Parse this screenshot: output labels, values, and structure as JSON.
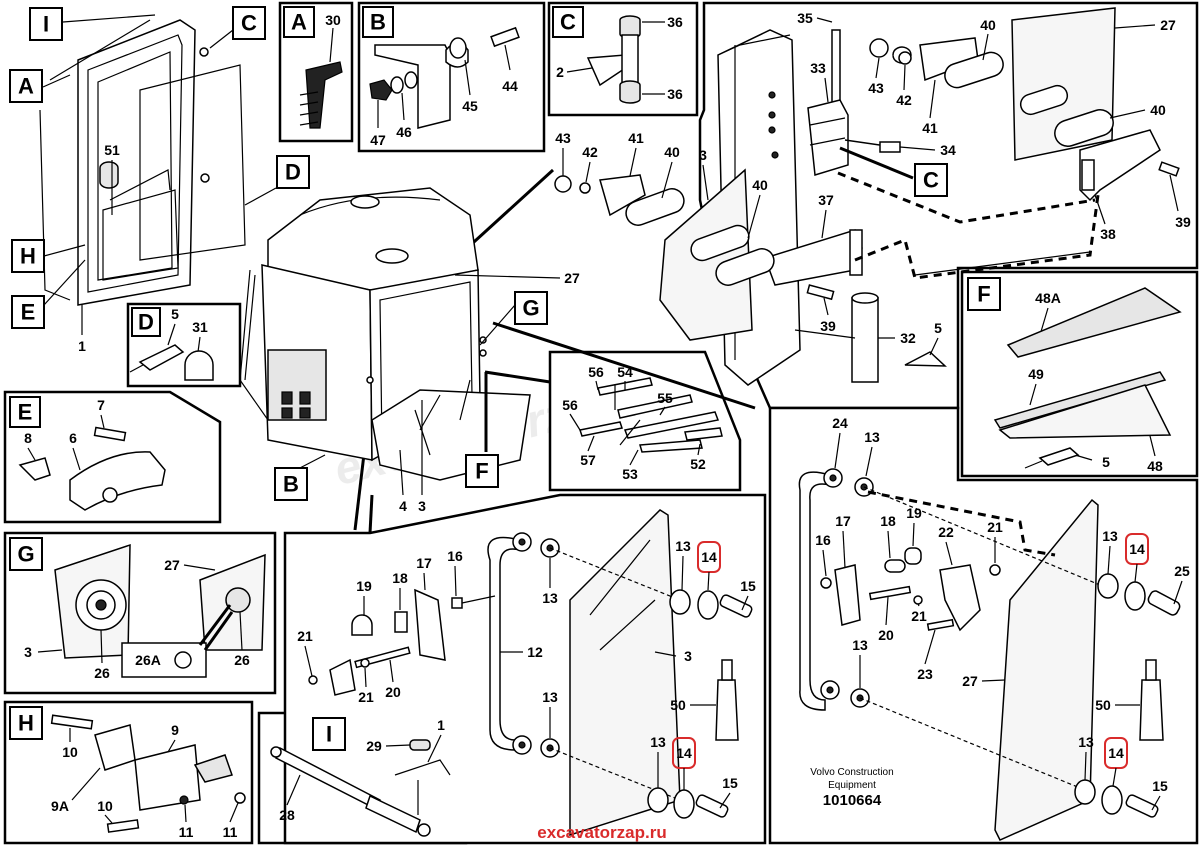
{
  "title_block": {
    "maker_line1": "Volvo Construction",
    "maker_line2": "Equipment",
    "drawing_number": "1010664"
  },
  "footer_url": "excavatorzap.ru",
  "watermark": "excavatorzap.ru",
  "view_labels": {
    "I": "I",
    "A": "A",
    "B": "B",
    "C": "C",
    "D": "D",
    "E": "E",
    "F": "F",
    "G": "G",
    "H": "H",
    "panel_A": "A",
    "panel_B": "B",
    "panel_C": "C",
    "panel_D": "D",
    "panel_E": "E",
    "panel_F": "F",
    "panel_G": "G",
    "panel_H": "H",
    "panel_I": "I",
    "main_C": "C"
  },
  "part_numbers": {
    "p1": "1",
    "p2": "2",
    "p3": "3",
    "p4": "4",
    "p5": "5",
    "p6": "6",
    "p7": "7",
    "p8": "8",
    "p9": "9",
    "p9A": "9A",
    "p10": "10",
    "p11": "11",
    "p12": "12",
    "p13": "13",
    "p14": "14",
    "p15": "15",
    "p16": "16",
    "p17": "17",
    "p18": "18",
    "p19": "19",
    "p20": "20",
    "p21": "21",
    "p22": "22",
    "p23": "23",
    "p24": "24",
    "p25": "25",
    "p26": "26",
    "p26A": "26A",
    "p27": "27",
    "p28": "28",
    "p29": "29",
    "p30": "30",
    "p31": "31",
    "p32": "32",
    "p33": "33",
    "p34": "34",
    "p35": "35",
    "p36": "36",
    "p37": "37",
    "p38": "38",
    "p39": "39",
    "p40": "40",
    "p41": "41",
    "p42": "42",
    "p43": "43",
    "p44": "44",
    "p45": "45",
    "p46": "46",
    "p47": "47",
    "p48": "48",
    "p48A": "48A",
    "p49": "49",
    "p50": "50",
    "p51": "51",
    "p52": "52",
    "p53": "53",
    "p54": "54",
    "p55": "55",
    "p56": "56",
    "p57": "57"
  },
  "highlight_color": "#d92b2b",
  "line_color": "#000000"
}
